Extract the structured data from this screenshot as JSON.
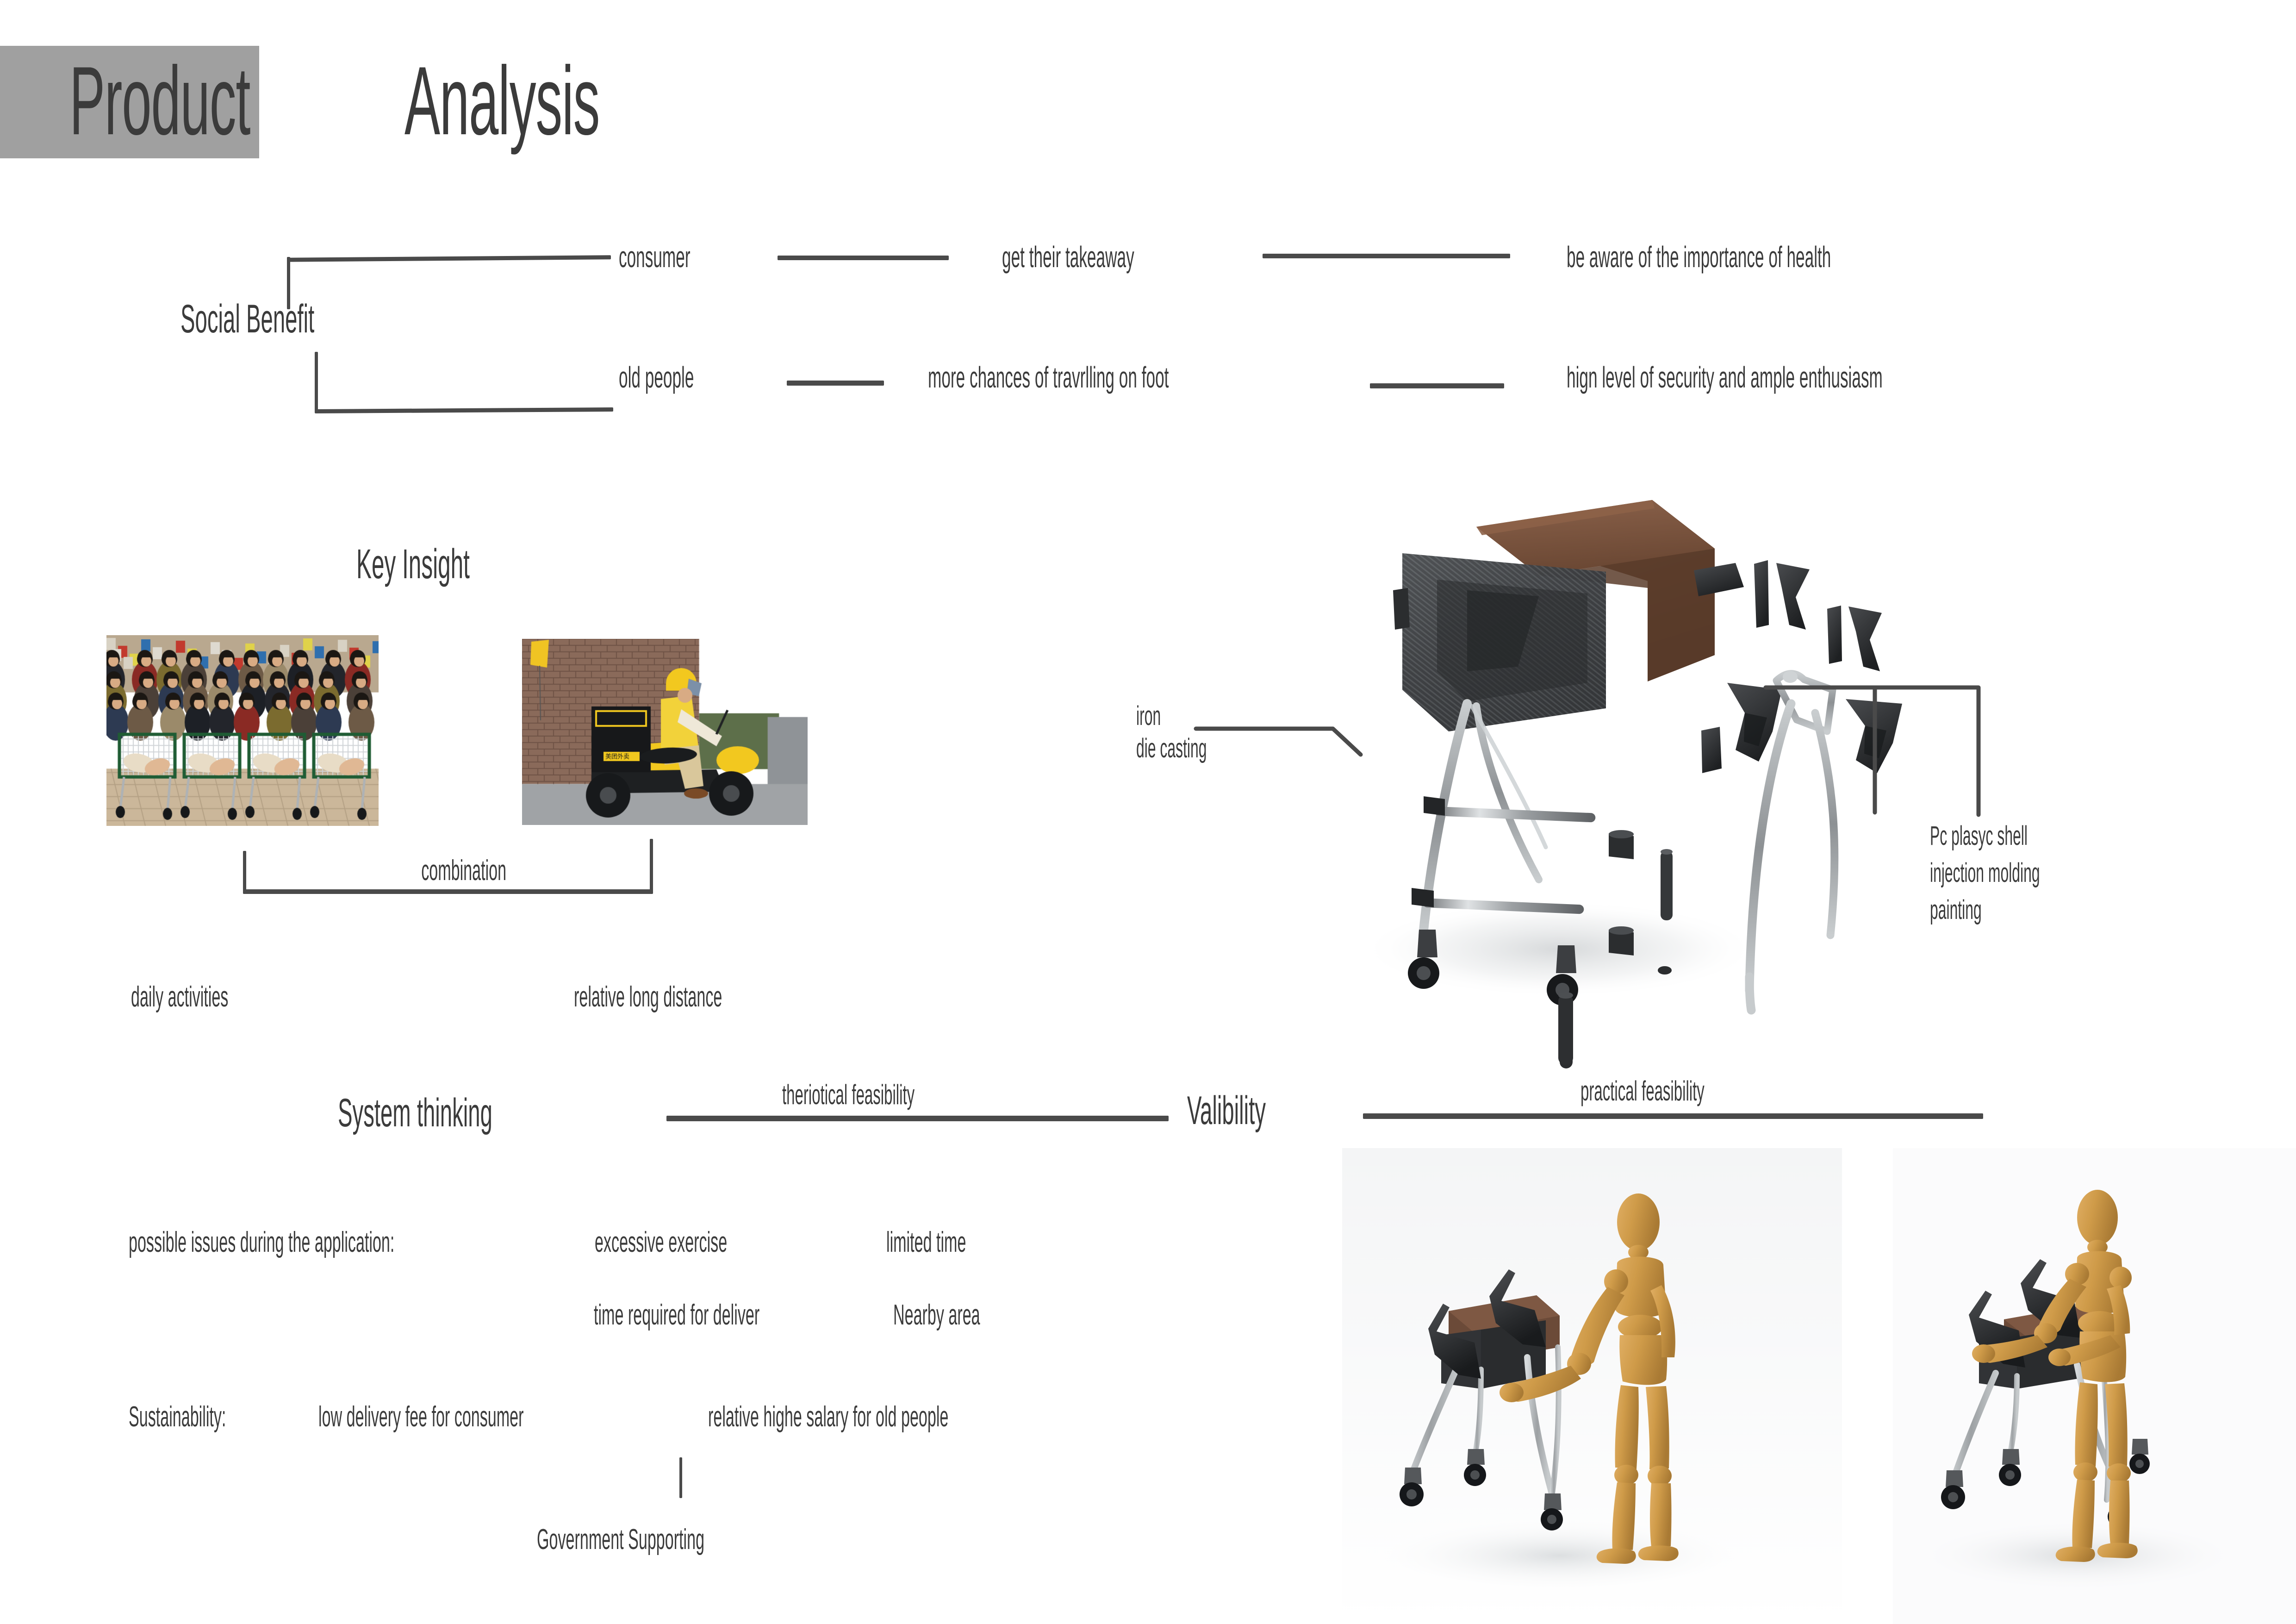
{
  "page": {
    "title_highlight": "Product",
    "title_rest": "Analysis",
    "background": "#ffffff",
    "title_box_color": "#a0a0a0",
    "ink_color": "#3b3b3b"
  },
  "social_benefit": {
    "heading": "Social Benefit",
    "rows": [
      {
        "actor": "consumer",
        "outcome": "get their takeaway",
        "result": "be aware of the importance of health"
      },
      {
        "actor": "old people",
        "outcome": "more chances of travrlling on foot",
        "result": "hign level of security and ample enthusiasm"
      }
    ]
  },
  "key_insight": {
    "heading": "Key Insight",
    "photos": [
      {
        "caption_name": "supermarket-shopping-crowd-photo"
      },
      {
        "caption_name": "food-delivery-rider-photo"
      }
    ],
    "bracket_label": "combination",
    "derived": [
      "daily activities",
      "relative long distance"
    ]
  },
  "system_thinking": {
    "heading": "System thinking",
    "link_label": "theriotical feasibility"
  },
  "valibility": {
    "heading": "Valibility",
    "link_label": "practical feasibility"
  },
  "issues": {
    "label": "possible issues during the application:",
    "row1": [
      "excessive exercise",
      "limited time"
    ],
    "row2": [
      "time required for deliver",
      "Nearby area"
    ]
  },
  "sustainability": {
    "label": "Sustainability:",
    "items": [
      "low delivery fee for consumer",
      "relative highe salary for old people"
    ],
    "support": "Government Supporting"
  },
  "product_render": {
    "annotation_left": {
      "line1": "iron",
      "line2": "die casting"
    },
    "annotation_right": {
      "line1": "Pc plasyc shell",
      "line2": "injection molding",
      "line3": "painting"
    },
    "materials": {
      "lid_brown": "#6b4a38",
      "basket_dark": "#39393a",
      "frame_chrome": "#b9bcbe",
      "plastic_black": "#2e2f31",
      "mannequin_wood": "#cf9b49"
    }
  }
}
